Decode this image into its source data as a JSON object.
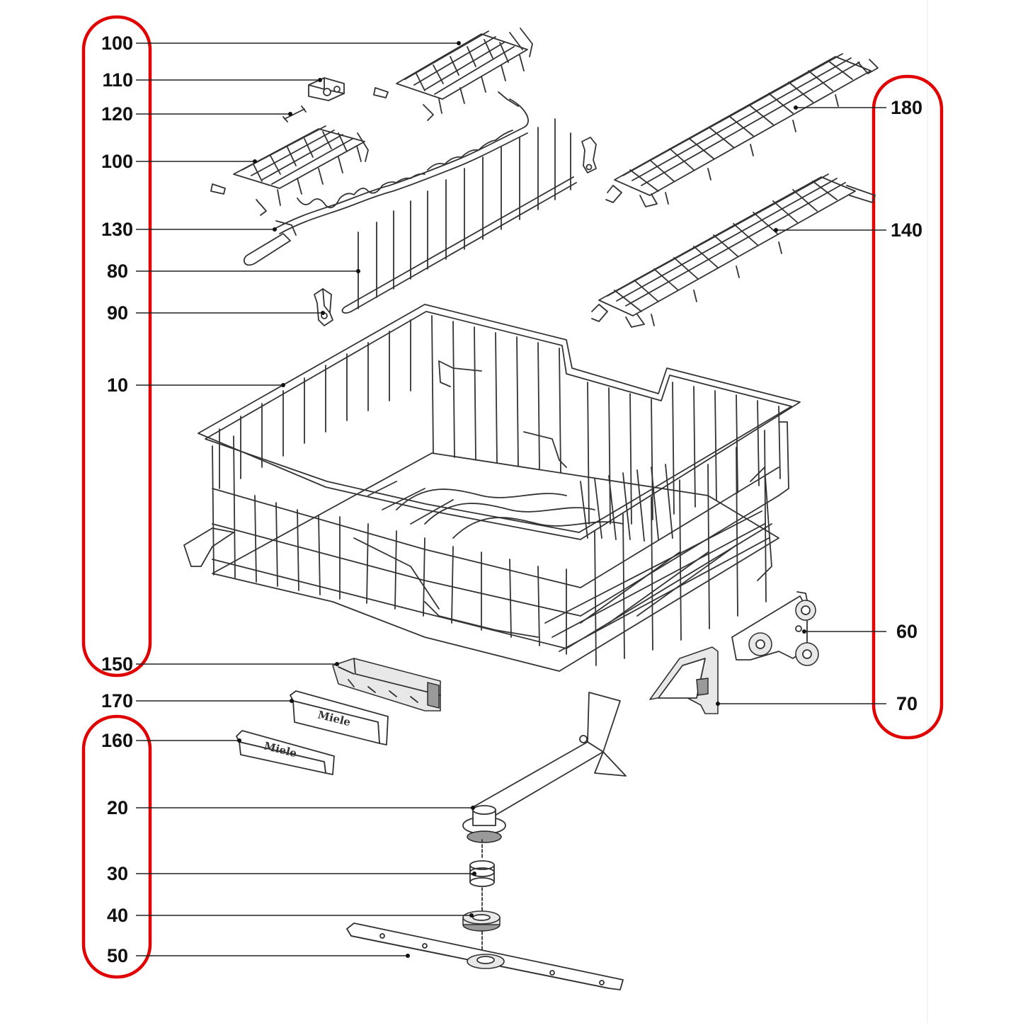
{
  "diagram": {
    "callouts_left_upper": [
      {
        "id": "100a",
        "label": "100"
      },
      {
        "id": "110",
        "label": "110"
      },
      {
        "id": "120",
        "label": "120"
      },
      {
        "id": "100b",
        "label": "100"
      },
      {
        "id": "130",
        "label": "130"
      },
      {
        "id": "80",
        "label": "80"
      },
      {
        "id": "90",
        "label": "90"
      },
      {
        "id": "10",
        "label": "10"
      },
      {
        "id": "150",
        "label": "150"
      }
    ],
    "callouts_left_middle": [
      {
        "id": "170",
        "label": "170"
      }
    ],
    "callouts_left_lower": [
      {
        "id": "160",
        "label": "160"
      },
      {
        "id": "20",
        "label": "20"
      },
      {
        "id": "30",
        "label": "30"
      },
      {
        "id": "40",
        "label": "40"
      },
      {
        "id": "50",
        "label": "50"
      }
    ],
    "callouts_right": [
      {
        "id": "180",
        "label": "180"
      },
      {
        "id": "140",
        "label": "140"
      },
      {
        "id": "60",
        "label": "60"
      },
      {
        "id": "70",
        "label": "70"
      }
    ],
    "brand_marks": [
      "Miele",
      "Miele"
    ],
    "highlight_color": "#e10000"
  }
}
